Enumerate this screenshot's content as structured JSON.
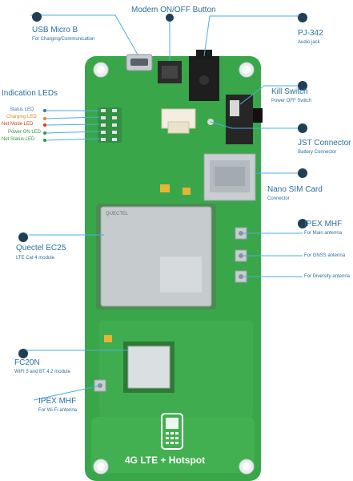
{
  "labels": {
    "usb_title": "USB Micro B",
    "usb_sub": "For Charging/Communication",
    "modem_title": "Modem ON/OFF Button",
    "pj_title": "PJ-342",
    "pj_sub": "Audio jack",
    "indication_title": "Indication LEDs",
    "kill_title": "Kill Switch",
    "kill_sub": "Power OFF Switch",
    "jst_title": "JST Connector",
    "jst_sub": "Battery Connector",
    "sim_title": "Nano SIM Card",
    "sim_sub": "Connector",
    "ipex_title": "IPEX MHF",
    "ipex_main": "For Main antenna",
    "ipex_gnss": "For GNSS antenna",
    "ipex_div": "For Diversity antenna",
    "quectel_title": "Quectel EC25",
    "quectel_sub": "LTE Cat 4 module",
    "fc_title": "FC20N",
    "fc_sub": "WIFI 5 and BT 4.2 module",
    "ipex_wifi_title": "IPEX MHF",
    "ipex_wifi_sub": "For Wi-Fi antenna",
    "brand": "4G LTE + Hotspot",
    "chip_text": "QUECTEL"
  },
  "leds": [
    {
      "label": "Status LED",
      "color": "#2f7dbf"
    },
    {
      "label": "Charging LED",
      "color": "#e08a1e"
    },
    {
      "label": "Net Mode LED",
      "color": "#d23a2b"
    },
    {
      "label": "Power ON LED",
      "color": "#2d9a3e"
    },
    {
      "label": "Net Status LED",
      "color": "#2d9a3e"
    }
  ],
  "colors": {
    "pcb": "#3aa64a",
    "pcb_dark": "#2f8f3e",
    "accent": "#2a6f9e",
    "leader": "#4aaee0",
    "dot": "#1f3f57"
  }
}
